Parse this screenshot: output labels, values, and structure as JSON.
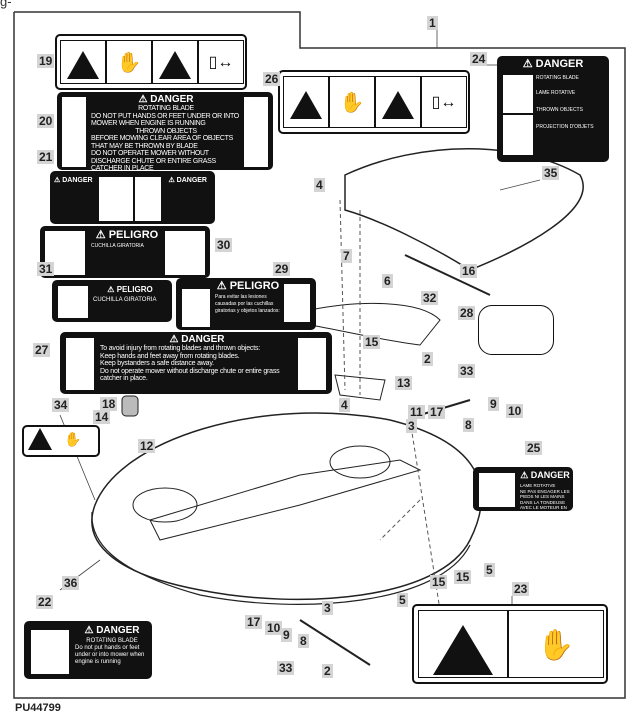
{
  "figure_id": "PU44799",
  "figure_tag": "g-",
  "callouts": [
    "1",
    "19",
    "26",
    "24",
    "20",
    "21",
    "4",
    "35",
    "30",
    "7",
    "6",
    "16",
    "29",
    "31",
    "32",
    "28",
    "15",
    "27",
    "2",
    "33",
    "13",
    "18",
    "4",
    "11",
    "17",
    "9",
    "10",
    "14",
    "34",
    "3",
    "12",
    "8",
    "25",
    "36",
    "15",
    "15",
    "5",
    "5",
    "3",
    "17",
    "10",
    "9",
    "8",
    "22",
    "23",
    "33",
    "2"
  ],
  "decals": {
    "d20": {
      "head": "⚠ DANGER",
      "l1": "ROTATING BLADE",
      "l2": "DO NOT PUT HANDS OR FEET UNDER OR INTO MOWER WHEN ENGINE IS RUNNING",
      "l3": "THROWN OBJECTS",
      "l4": "BEFORE MOWING CLEAR AREA OF OBJECTS THAT MAY BE THROWN BY BLADE",
      "l5": "DO NOT OPERATE MOWER WITHOUT DISCHARGE CHUTE OR ENTIRE GRASS CATCHER IN PLACE"
    },
    "d21": {
      "head_a": "⚠ DANGER",
      "head_b": "⚠ DANGER"
    },
    "d24": {
      "head": "⚠ DANGER",
      "l1": "ROTATING BLADE",
      "l2": "LAME ROTATIVE",
      "l3": "THROWN OBJECTS",
      "l4": "PROJECTION D'OBJETS"
    },
    "d30": {
      "head": "⚠ PELIGRO",
      "l1": "CUCHILLA GIRATORIA"
    },
    "d31": {
      "head": "⚠ PELIGRO",
      "l1": "CUCHILLA GIRATORIA"
    },
    "d29": {
      "head": "⚠ PELIGRO",
      "l1": "Para evitar las lesiones causadas por las cuchillas giratorias y objetos lanzados:"
    },
    "d27": {
      "head": "⚠ DANGER",
      "l1": "To avoid injury from rotating blades and thrown objects:",
      "l2": "Keep hands and feet away from rotating blades.",
      "l3": "Keep bystanders a safe distance away.",
      "l4": "Do not operate mower without discharge chute or entire grass catcher in place."
    },
    "d25": {
      "head": "⚠ DANGER",
      "l1": "LAME ROTATIVE",
      "l2": "NE PAS ENGAGER LES PIEDS NI LES MAINS DANS LA TONDEUSE AVEC LE MOTEUR EN MARCHE"
    },
    "d22": {
      "head": "⚠ DANGER",
      "l1": "ROTATING BLADE",
      "l2": "Do not put hands or feet under or into mower when engine is running"
    }
  }
}
